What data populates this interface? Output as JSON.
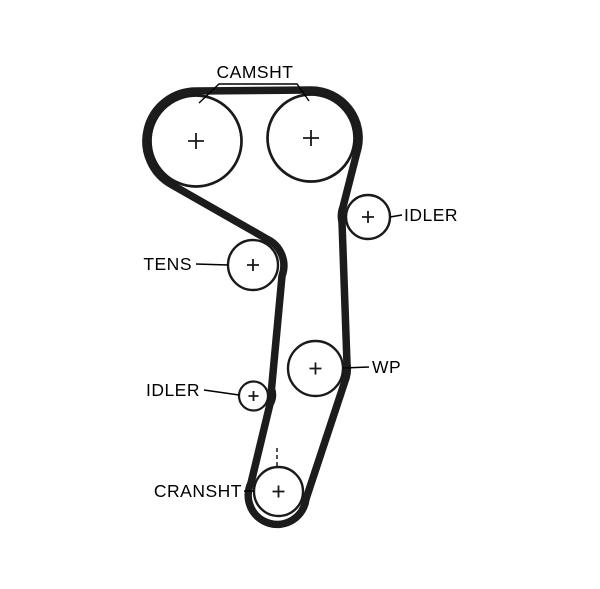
{
  "diagram": {
    "type": "timing-belt-routing",
    "background": "#ffffff",
    "belt_color": "#1c1c1c",
    "line_color": "#000000"
  },
  "labels": {
    "camshaft": "CAMSHT",
    "idler_right": "IDLER",
    "tensioner": "TENS",
    "water_pump": "WP",
    "idler_left": "IDLER",
    "crankshaft": "CRANSHT"
  },
  "icons": {
    "pulley_center_marker": "plus-cross"
  }
}
